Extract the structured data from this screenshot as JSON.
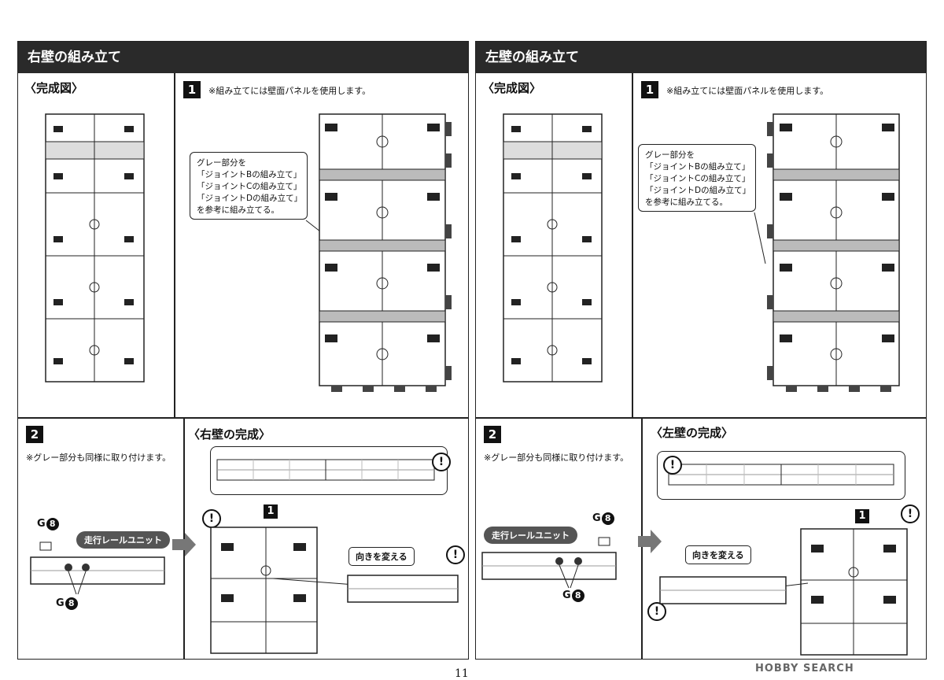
{
  "left_page": {
    "header": "右壁の組み立て",
    "complete_label": "〈完成図〉",
    "step1": {
      "number": "1",
      "note": "※組み立てには壁面パネルを使用します。"
    },
    "callout": [
      "グレー部分を",
      "「ジョイントBの組み立て」",
      "「ジョイントCの組み立て」",
      "「ジョイントDの組み立て」",
      "を参考に組み立てる。"
    ],
    "step2": {
      "number": "2",
      "note": "※グレー部分も同様に取り付けます。"
    },
    "rail_unit_label": "走行レールユニット",
    "part_g": "G",
    "part_num": "8",
    "complete_wall_label": "〈右壁の完成〉",
    "turn_label": "向きを変える",
    "panel_badge": "1",
    "excl": "!"
  },
  "right_page": {
    "header": "左壁の組み立て",
    "complete_label": "〈完成図〉",
    "step1": {
      "number": "1",
      "note": "※組み立てには壁面パネルを使用します。"
    },
    "callout": [
      "グレー部分を",
      "「ジョイントBの組み立て」",
      "「ジョイントCの組み立て」",
      "「ジョイントDの組み立て」",
      "を参考に組み立てる。"
    ],
    "step2": {
      "number": "2",
      "note": "※グレー部分も同様に取り付けます。"
    },
    "rail_unit_label": "走行レールユニット",
    "part_g": "G",
    "part_num": "8",
    "complete_wall_label": "〈左壁の完成〉",
    "turn_label": "向きを変える",
    "panel_badge": "1",
    "excl": "!"
  },
  "page_number": "11",
  "watermark": "HOBBY SEARCH"
}
